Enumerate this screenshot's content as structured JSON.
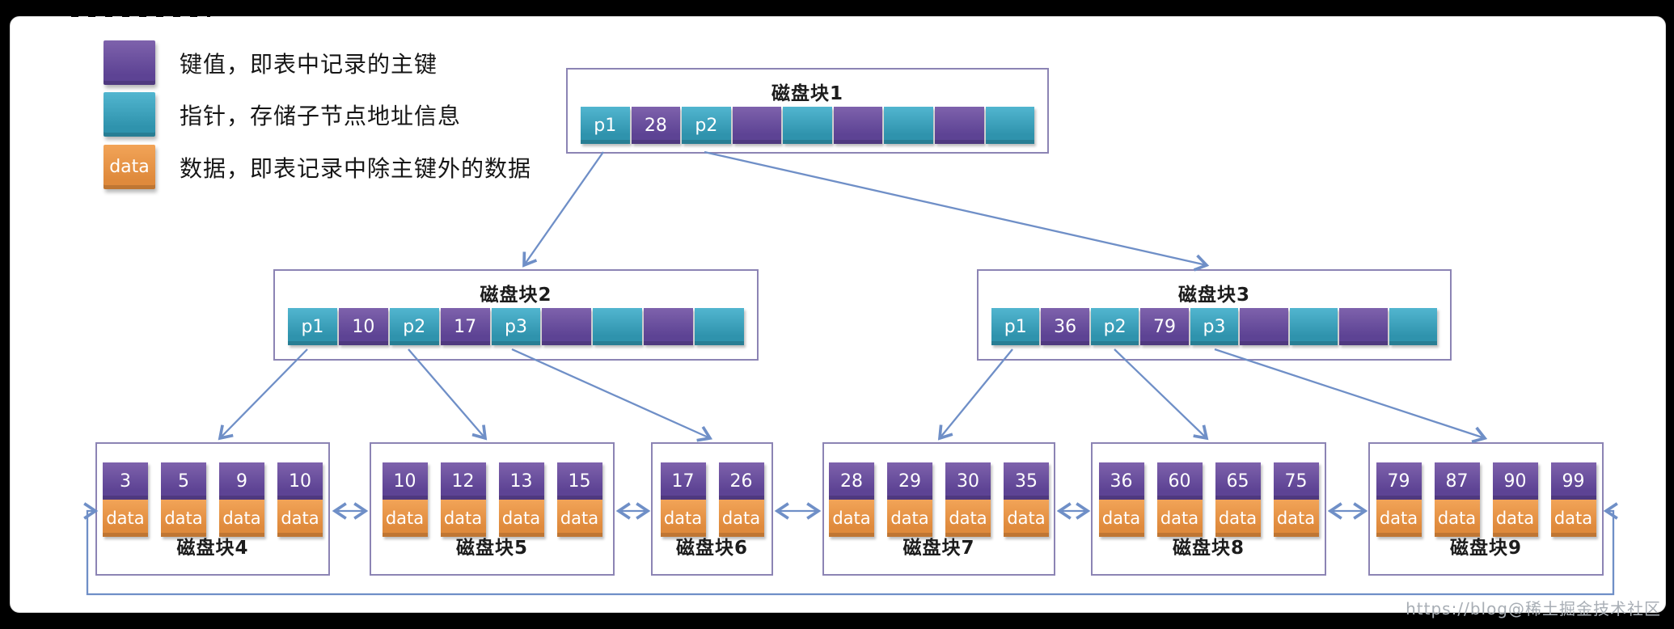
{
  "page": {
    "watermark": "https://blog@稀土掘金技术社区"
  },
  "colors": {
    "key_purple": "#5d4394",
    "key_purple_light": "#7e62ac",
    "pointer_teal": "#2f93ad",
    "pointer_teal_light": "#52b6d0",
    "data_orange": "#df8a3c",
    "data_orange_light": "#f2a458",
    "arrow_blue": "#6f8fc7",
    "box_border": "#8c84b4"
  },
  "legend": {
    "items": [
      {
        "id": "key",
        "swatch_label": "",
        "label": "键值，即表中记录的主键"
      },
      {
        "id": "pointer",
        "swatch_label": "",
        "label": "指针，存储子节点地址信息"
      },
      {
        "id": "data",
        "swatch_label": "data",
        "label": "数据，即表记录中除主键外的数据"
      }
    ]
  },
  "tree": {
    "internal_nodes": [
      {
        "id": "disk1",
        "title": "磁盘块1",
        "cells": [
          {
            "type": "pointer",
            "label": "p1"
          },
          {
            "type": "key",
            "label": "28"
          },
          {
            "type": "pointer",
            "label": "p2"
          },
          {
            "type": "key",
            "label": ""
          },
          {
            "type": "pointer",
            "label": ""
          },
          {
            "type": "key",
            "label": ""
          },
          {
            "type": "pointer",
            "label": ""
          },
          {
            "type": "key",
            "label": ""
          },
          {
            "type": "pointer",
            "label": ""
          }
        ]
      },
      {
        "id": "disk2",
        "title": "磁盘块2",
        "cells": [
          {
            "type": "pointer",
            "label": "p1"
          },
          {
            "type": "key",
            "label": "10"
          },
          {
            "type": "pointer",
            "label": "p2"
          },
          {
            "type": "key",
            "label": "17"
          },
          {
            "type": "pointer",
            "label": "p3"
          },
          {
            "type": "key",
            "label": ""
          },
          {
            "type": "pointer",
            "label": ""
          },
          {
            "type": "key",
            "label": ""
          },
          {
            "type": "pointer",
            "label": ""
          }
        ]
      },
      {
        "id": "disk3",
        "title": "磁盘块3",
        "cells": [
          {
            "type": "pointer",
            "label": "p1"
          },
          {
            "type": "key",
            "label": "36"
          },
          {
            "type": "pointer",
            "label": "p2"
          },
          {
            "type": "key",
            "label": "79"
          },
          {
            "type": "pointer",
            "label": "p3"
          },
          {
            "type": "key",
            "label": ""
          },
          {
            "type": "pointer",
            "label": ""
          },
          {
            "type": "key",
            "label": ""
          },
          {
            "type": "pointer",
            "label": ""
          }
        ]
      }
    ],
    "leaf_nodes": [
      {
        "id": "disk4",
        "title": "磁盘块4",
        "keys": [
          "3",
          "5",
          "9",
          "10"
        ]
      },
      {
        "id": "disk5",
        "title": "磁盘块5",
        "keys": [
          "10",
          "12",
          "13",
          "15"
        ]
      },
      {
        "id": "disk6",
        "title": "磁盘块6",
        "keys": [
          "17",
          "26"
        ]
      },
      {
        "id": "disk7",
        "title": "磁盘块7",
        "keys": [
          "28",
          "29",
          "30",
          "35"
        ]
      },
      {
        "id": "disk8",
        "title": "磁盘块8",
        "keys": [
          "36",
          "60",
          "65",
          "75"
        ]
      },
      {
        "id": "disk9",
        "title": "磁盘块9",
        "keys": [
          "79",
          "87",
          "90",
          "99"
        ]
      }
    ],
    "data_cell_label": "data"
  }
}
